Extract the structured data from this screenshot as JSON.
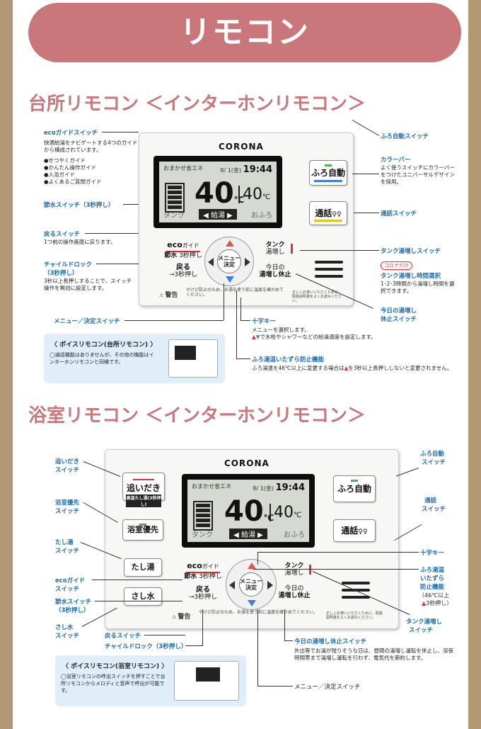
{
  "banner": {
    "title": "リモコン"
  },
  "sections": {
    "kitchen_title": "台所リモコン ＜インターホンリモコン＞",
    "bath_title": "浴室リモコン ＜インターホンリモコン＞"
  },
  "remote": {
    "brand": "CORONA",
    "mode": "おまかせ省エネ",
    "date": "8/ 1(金)",
    "time": "19:44",
    "tank_temp": "40",
    "bath_temp": "40",
    "unit": "℃",
    "left_label": "タンク",
    "center_label": "◀ 給湯 ▶",
    "right_label": "おふろ",
    "warning": "警告",
    "warning_text": "やけど防止のため、お湯を使う前に温度を確かめてください。",
    "warning_text2": "正しくお使いいただくために、取扱説明書をよくお読みください。"
  },
  "kitchen": {
    "buttons": {
      "furo": "ふろ自動",
      "tsuwa": "通話",
      "eco": "eco",
      "eco_sub": "ガイド",
      "setsusui": "節水",
      "setsusui_sub": "3秒押し",
      "modoru": "戻る",
      "modoru_sub": "3秒押し",
      "tank": "タンク",
      "tank_sub": "湯増し",
      "kyou": "今日の",
      "kyou_sub": "湯増し休止",
      "menu": "メニュー決定"
    },
    "labels": {
      "eco_guide": "ecoガイドスイッチ",
      "eco_guide_desc": "快適給湯をナビゲートする4つのガイドから構成されています。",
      "eco_list": [
        "●せつやくガイド",
        "●かんたん操作ガイド",
        "●入浴ガイド",
        "●よくあるご質問ガイド"
      ],
      "setsusui": "節水スイッチ（3秒押し）",
      "modoru": "戻るスイッチ",
      "modoru_desc": "1つ前の操作画面に戻ります。",
      "child_lock": "チャイルドロック",
      "child_lock2": "（3秒押し）",
      "child_lock_desc": "3秒以上長押しすることで、スイッチ操作を無効に設定します。",
      "menu": "メニュー／決定スイッチ",
      "furo_auto": "ふろ自動スイッチ",
      "color_bar": "カラーバー",
      "color_bar_desc": "よく使うスイッチにカラーバーをつけたユニバーサルデザインを採用。",
      "tsuwa": "通話スイッチ",
      "tank": "タンク湯増しスイッチ",
      "corona_only": "コロナだけ",
      "tank_time": "タンク湯増し時間選択",
      "tank_time_desc": "1･2･3時間から湯増し時間を選択できます。",
      "kyou": "今日の湯増し",
      "kyou2": "休止スイッチ",
      "juji": "十字キー",
      "juji_desc1": "メニューを選択します。",
      "juji_desc2": "で水栓やシャワーなどの給湯温度を設定します。",
      "furo_prevent": "ふろ湯温いたずら防止機能",
      "furo_prevent_desc1": "ふろ湯温を46℃以上に変更する場合は",
      "furo_prevent_desc2": "を3秒以上長押ししないと変更されません。"
    },
    "box": {
      "title": "〈 ボイスリモコン(台所リモコン) 〉",
      "text": "◯通話機能はありませんが、その他の機能はインターホンリモコンと同様です。"
    }
  },
  "bath": {
    "buttons": {
      "oidaki": "追いだき",
      "oidaki_sub": "高温たし湯(3秒押し)",
      "yokushitsu": "浴室優先",
      "tashiyu": "たし湯",
      "sashimizu": "さし水",
      "furo": "ふろ自動",
      "tsuwa": "通話",
      "eco": "eco",
      "eco_sub": "ガイド",
      "setsusui": "節水",
      "setsusui_sub": "3秒押し",
      "modoru": "戻る",
      "modoru_sub": "3秒押し",
      "tank": "タンク",
      "tank_sub": "湯増し",
      "kyou": "今日の",
      "kyou_sub": "湯増し休止",
      "menu": "メニュー決定"
    },
    "labels": {
      "oidaki": "追いだき",
      "oidaki2": "スイッチ",
      "yokushitsu": "浴室優先",
      "yokushitsu2": "スイッチ",
      "tashiyu": "たし湯",
      "tashiyu2": "スイッチ",
      "eco": "ecoガイド",
      "eco2": "スイッチ",
      "setsusui": "節水スイッチ",
      "setsusui2": "（3秒押し）",
      "sashimizu": "さし水",
      "sashimizu2": "スイッチ",
      "modoru": "戻るスイッチ",
      "child_lock": "チャイルドロック（3秒押し）",
      "furo_auto": "ふろ自動",
      "furo_auto2": "スイッチ",
      "tsuwa": "通話",
      "tsuwa2": "スイッチ",
      "juji": "十字キー",
      "furo_prevent1": "ふろ湯温",
      "furo_prevent2": "いたずら",
      "furo_prevent3": "防止機能",
      "furo_prevent_note1": "（46℃以上",
      "furo_prevent_note2": "3秒押し）",
      "tank": "タンク湯増し",
      "tank2": "スイッチ",
      "kyou": "今日の湯増し休止スイッチ",
      "kyou_desc": "外出等でお湯が残りそうな日は、昼間の湯増し運転を休止し、深夜時間帯まで湯増し運転を行わず、電気代を節約します。",
      "menu": "メニュー／決定スイッチ"
    },
    "box": {
      "title": "〈 ボイスリモコン(浴室リモコン) 〉",
      "text": "◯浴室リモコンの呼出スイッチを押すことで台所リモコンからメロディと音声で呼出が可能です。"
    }
  },
  "colors": {
    "accent": "#c9777b",
    "label_blue": "#1a6bb0",
    "background": "#b49775"
  }
}
